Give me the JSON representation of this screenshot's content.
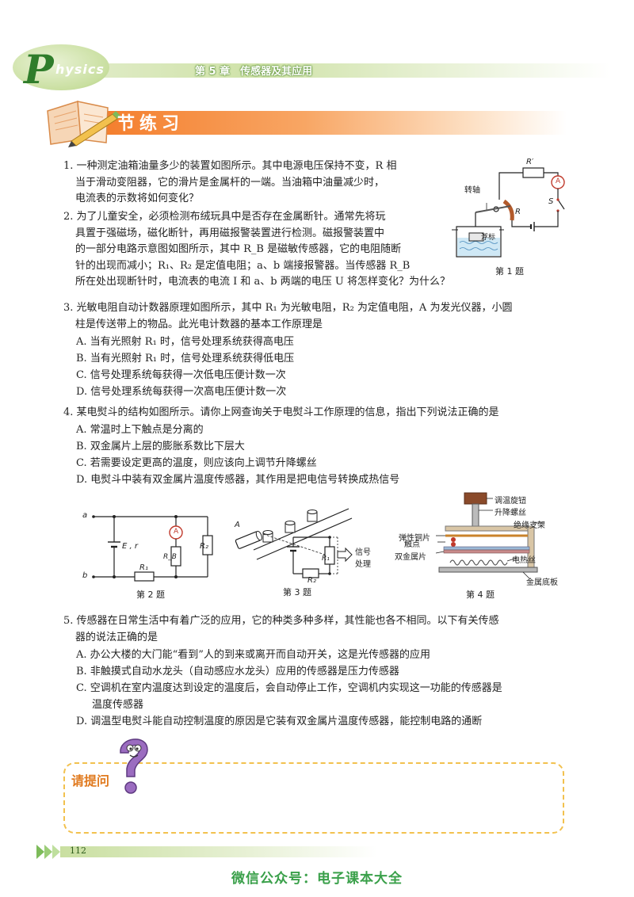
{
  "header": {
    "logo_p": "P",
    "logo_rest": "hysics",
    "chapter": "第 5 章　传感器及其应用"
  },
  "section": {
    "title": "节练习"
  },
  "questions": {
    "q1": [
      "1. 一种测定油箱油量多少的装置如图所示。其中电源电压保持不变，R 相",
      "当于滑动变阻器，它的滑片是金属杆的一端。当油箱中油量减少时，",
      "电流表的示数将如何变化？"
    ],
    "q2": [
      "2. 为了儿童安全，必须检测布绒玩具中是否存在金属断针。通常先将玩",
      "具置于强磁场，磁化断针，再用磁报警装置进行检测。磁报警装置中",
      "的一部分电路示意图如图所示，其中 R_B 是磁敏传感器，它的电阻随断",
      "针的出现而减小；R₁、R₂ 是定值电阻；a、b 端接报警器。当传感器 R_B",
      "所在处出现断针时，电流表的电流 I 和 a、b 两端的电压 U 将怎样变化？为什么？"
    ],
    "q3": [
      "3. 光敏电阻自动计数器原理如图所示，其中 R₁ 为光敏电阻，R₂ 为定值电阻，A 为发光仪器，小圆",
      "柱是传送带上的物品。此光电计数器的基本工作原理是"
    ],
    "q3_opts": [
      "A. 当有光照射 R₁ 时，信号处理系统获得高电压",
      "B. 当有光照射 R₁ 时，信号处理系统获得低电压",
      "C. 信号处理系统每获得一次低电压便计数一次",
      "D. 信号处理系统每获得一次高电压便计数一次"
    ],
    "q4": [
      "4. 某电熨斗的结构如图所示。请你上网查询关于电熨斗工作原理的信息，指出下列说法正确的是"
    ],
    "q4_opts": [
      "A. 常温时上下触点是分离的",
      "B. 双金属片上层的膨胀系数比下层大",
      "C. 若需要设定更高的温度，则应该向上调节升降螺丝",
      "D. 电熨斗中装有双金属片温度传感器，其作用是把电信号转换成热信号"
    ],
    "q5": [
      "5. 传感器在日常生活中有着广泛的应用，它的种类多种多样，其性能也各不相同。以下有关传感",
      "器的说法正确的是"
    ],
    "q5_opts": [
      "A. 办公大楼的大门能“看到”人的到来或离开而自动开关，这是光传感器的应用",
      "B. 非触摸式自动水龙头（自动感应水龙头）应用的传感器是压力传感器",
      "C. 空调机在室内温度达到设定的温度后，会自动停止工作，空调机内实现这一功能的传感器是",
      "温度传感器",
      "D. 调温型电熨斗能自动控制温度的原因是它装有双金属片温度传感器，能控制电路的通断"
    ]
  },
  "figures": {
    "fig1": {
      "caption": "第 1 题",
      "labels": {
        "rprime": "R′",
        "r": "R",
        "s": "S",
        "ammeter": "A",
        "pivot": "转轴",
        "float": "浮标"
      }
    },
    "fig2": {
      "caption": "第 2 题",
      "labels": {
        "a": "a",
        "b": "b",
        "er": "E , r",
        "ammeter": "A",
        "rb": "R_B",
        "r1": "R₁",
        "r2": "R₂"
      }
    },
    "fig3": {
      "caption": "第 3 题",
      "labels": {
        "a": "A",
        "r1": "R₁",
        "r2": "R₂",
        "signal": "信号",
        "process": "处理"
      }
    },
    "fig4": {
      "caption": "第 4 题",
      "labels": {
        "knob": "调温旋钮",
        "screw": "升降螺丝",
        "spring": "弹性铜片",
        "support": "绝缘支架",
        "contact": "触点",
        "bimetal": "双金属片",
        "heater": "电热丝",
        "base": "金属底板"
      }
    }
  },
  "ask_box": {
    "label": "请提问"
  },
  "footer": {
    "page": "112",
    "watermark": "微信公众号：电子课本大全"
  }
}
